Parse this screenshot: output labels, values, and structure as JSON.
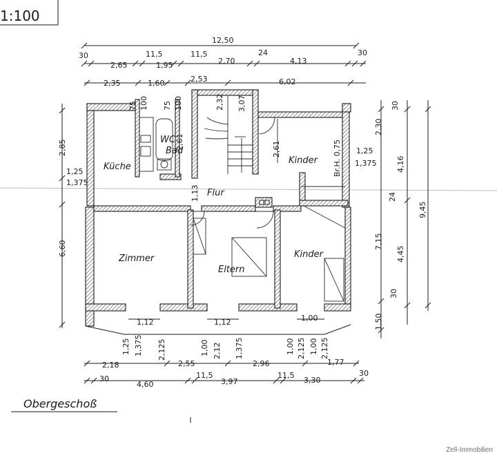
{
  "scale": "1:100",
  "floor_label": "Obergeschoß",
  "watermark": "Zell-Immobilien",
  "rooms": {
    "kueche": "Küche",
    "wc": "WC",
    "bad": "Bad",
    "flur": "Flur",
    "kinder_top": "Kinder",
    "zimmer": "Zimmer",
    "eltern": "Eltern",
    "kinder_bottom": "Kinder"
  },
  "dims_top": {
    "overall": "12,50",
    "row1": [
      "30",
      "2,65",
      "11,5",
      "1,95",
      "11,5",
      "2,70",
      "24",
      "4,13",
      "30"
    ],
    "row2": [
      "2,35",
      "1,60",
      "2,53",
      "6,02"
    ],
    "window_heights": [
      "75",
      "100",
      "75",
      "100"
    ],
    "stair": [
      "2,32",
      "3,07"
    ],
    "wc_width": "2,61"
  },
  "dims_left": {
    "upper": "2,85",
    "h1": "1,25",
    "h2": "1,375",
    "lower": "6,60",
    "door": "1,13"
  },
  "dims_right": {
    "a": "30",
    "b": "2,30",
    "c": "4,16",
    "d": "1,25",
    "e": "1,375",
    "f": "Br.H. 0,75",
    "g": "2,61",
    "h": "24",
    "overall": "9,45",
    "i": "7,15",
    "j": "4,45",
    "k": "30",
    "l": "1,50"
  },
  "dims_bottom": {
    "openings": [
      "1,12",
      "1,12",
      "1,00"
    ],
    "sill": [
      "1,25",
      "1,375",
      "2,125",
      "1,00",
      "2,12",
      "1,375",
      "1,00",
      "2,125",
      "1,00",
      "2,125"
    ],
    "row1": [
      "2,18",
      "2,55",
      "2,96",
      "1,77"
    ],
    "row2": [
      "30",
      "4,60",
      "11,5",
      "3,97",
      "11,5",
      "3,30",
      "30"
    ]
  }
}
